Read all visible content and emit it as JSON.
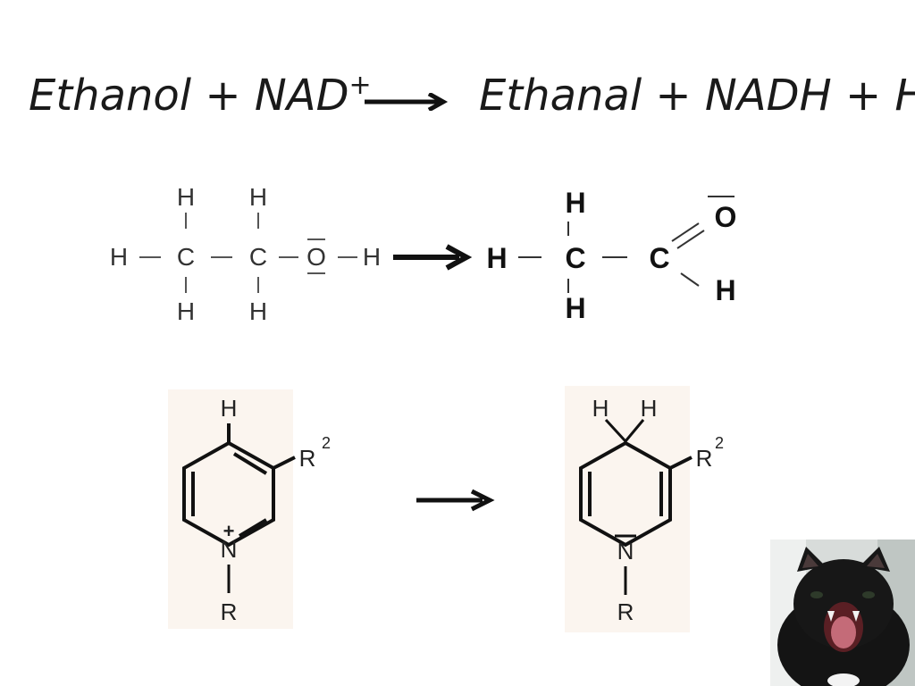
{
  "equation": {
    "left": {
      "text": "Ethanol + NAD",
      "sup": "+"
    },
    "right": {
      "text": "Ethanal + NADH + H",
      "sup": "+"
    }
  },
  "ethanol": {
    "h": "H",
    "c": "C",
    "o": "O"
  },
  "ethanal": {
    "h": "H",
    "c": "C",
    "o": "O"
  },
  "nad_ring": {
    "h": "H",
    "n": "N",
    "r": "R",
    "r2": "R",
    "r2_sup": "2",
    "charge": "+"
  },
  "nadh_ring": {
    "h1": "H",
    "h2": "H",
    "n": "N",
    "r": "R",
    "r2": "R",
    "r2_sup": "2"
  },
  "colors": {
    "text": "#1a1a1a",
    "panel": "#fbf5ef",
    "bond": "#555555"
  }
}
